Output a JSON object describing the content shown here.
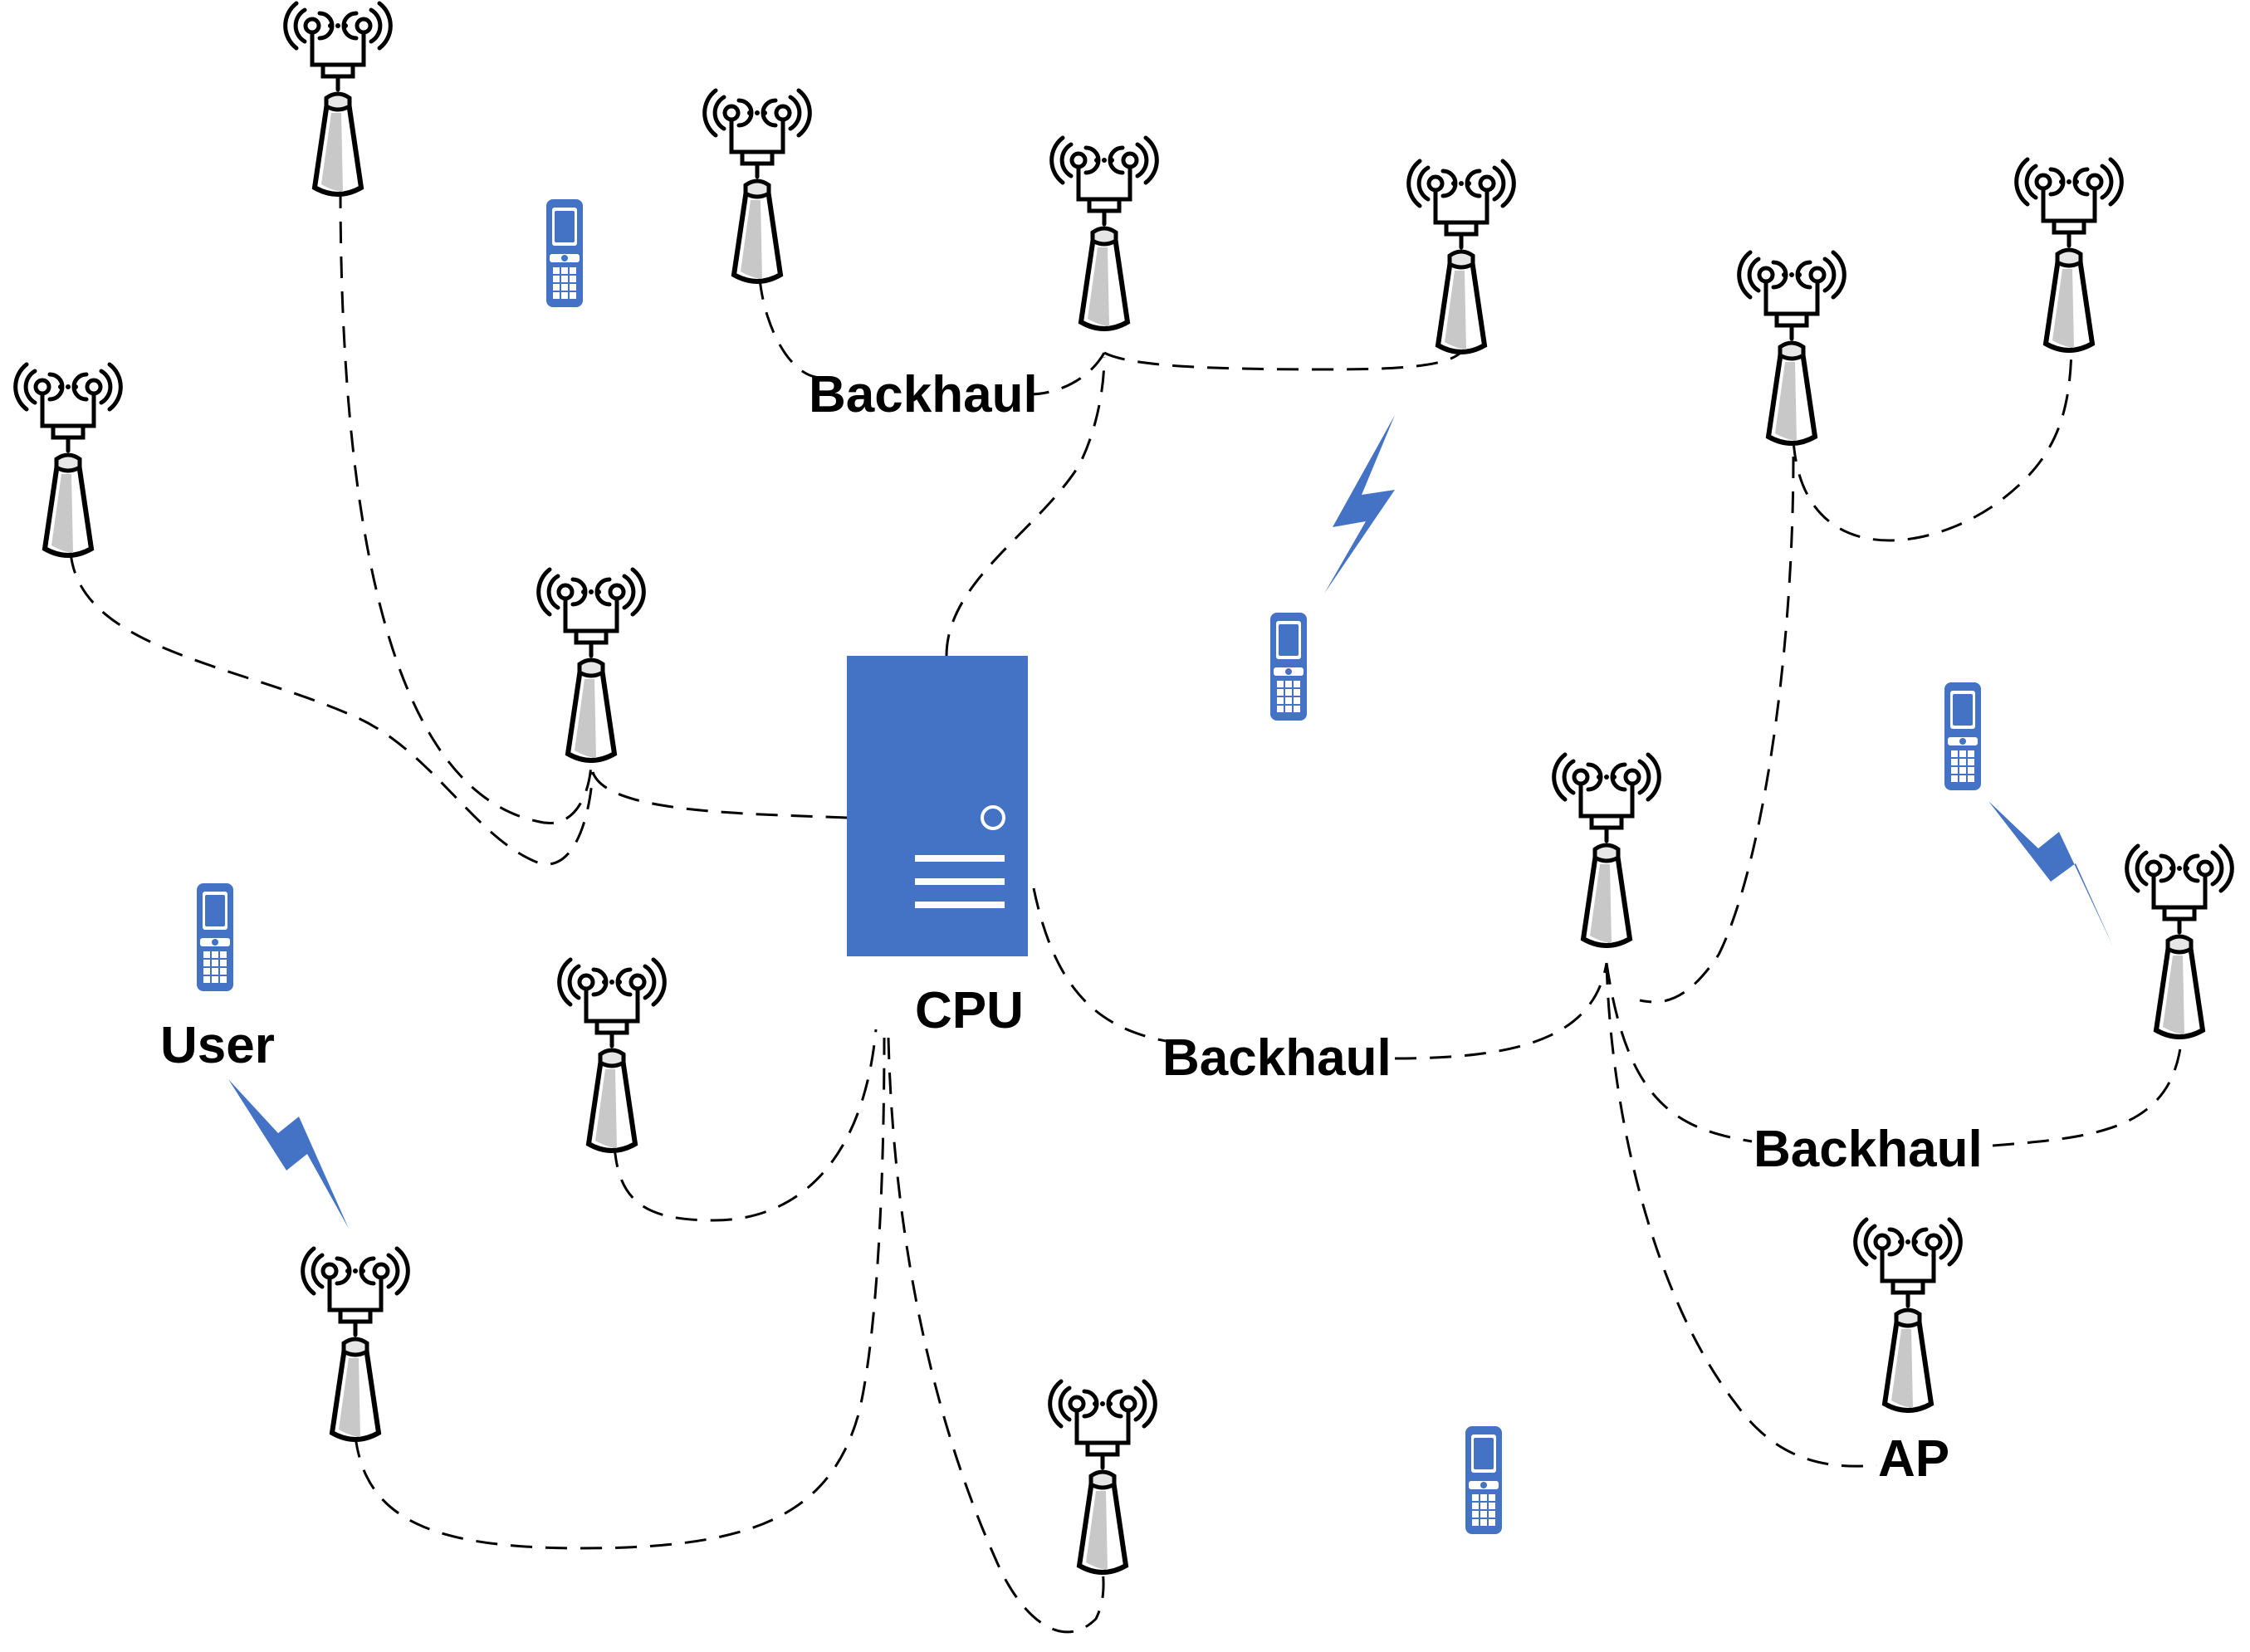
{
  "labels": {
    "cpu": "CPU",
    "user": "User",
    "ap": "AP",
    "backhaul_top": "Backhaul",
    "backhaul_middle": "Backhaul",
    "backhaul_right": "Backhaul"
  },
  "icons": {
    "access_point": "access-point-icon",
    "user_device": "mobile-phone-icon",
    "central_processing_unit": "server-icon",
    "wireless_link": "lightning-bolt-icon"
  },
  "colors": {
    "accent": "#4472C4",
    "line": "#000000",
    "background": "#FFFFFF"
  }
}
